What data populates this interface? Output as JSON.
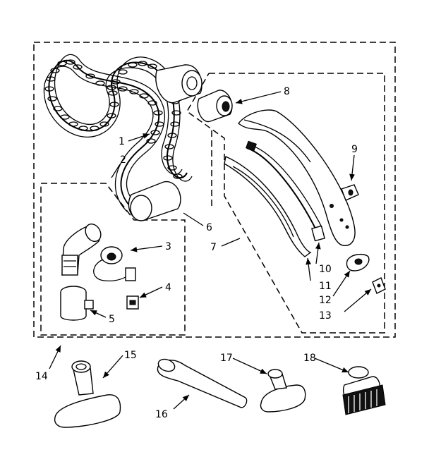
{
  "diagram": {
    "callouts": [
      "1",
      "2",
      "3",
      "4",
      "5",
      "6",
      "7",
      "8",
      "9",
      "10",
      "11",
      "12",
      "13",
      "14",
      "15",
      "16",
      "17",
      "18"
    ]
  },
  "colors": {
    "ink": "#000000",
    "paper": "#ffffff"
  }
}
